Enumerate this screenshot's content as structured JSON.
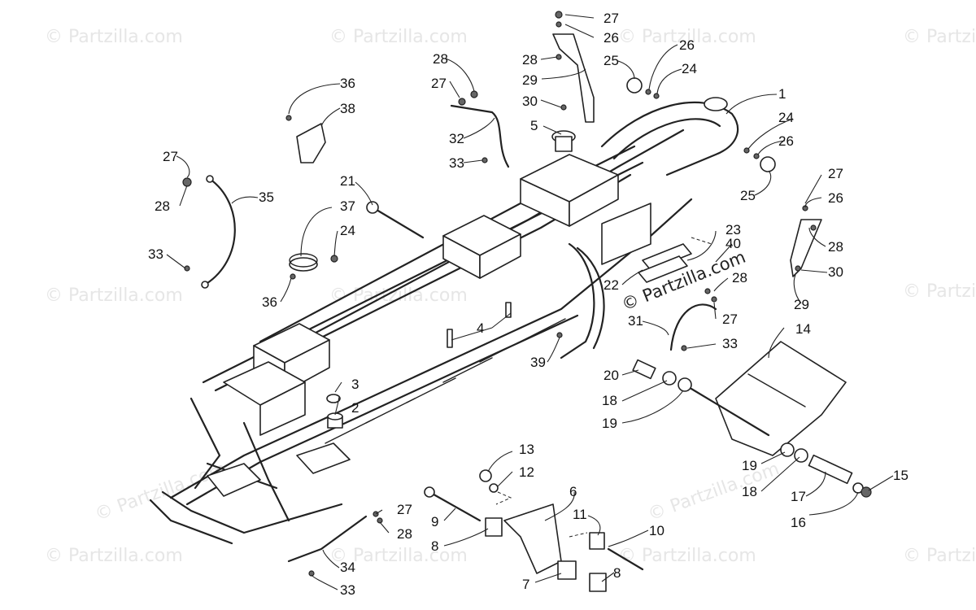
{
  "watermarks": [
    "© Partzilla.com",
    "© Partzilla.com",
    "© Partzilla.com",
    "© Partzilla.com",
    "© Partzilla.com",
    "© Partzilla.com",
    "© Partzilla.com",
    "© Partzilla.com",
    "© Partzilla.com",
    "© Partzilla.com",
    "© Partzilla.com",
    "© Partzilla.com",
    "© Partzilla.com"
  ],
  "brand_stamp": "© Partzilla.com",
  "callouts": [
    {
      "id": "1",
      "label": "1"
    },
    {
      "id": "2",
      "label": "2"
    },
    {
      "id": "3",
      "label": "3"
    },
    {
      "id": "4",
      "label": "4"
    },
    {
      "id": "5",
      "label": "5"
    },
    {
      "id": "6",
      "label": "6"
    },
    {
      "id": "7",
      "label": "7"
    },
    {
      "id": "8a",
      "label": "8"
    },
    {
      "id": "8b",
      "label": "8"
    },
    {
      "id": "9",
      "label": "9"
    },
    {
      "id": "10",
      "label": "10"
    },
    {
      "id": "11",
      "label": "11"
    },
    {
      "id": "12",
      "label": "12"
    },
    {
      "id": "13",
      "label": "13"
    },
    {
      "id": "14",
      "label": "14"
    },
    {
      "id": "15",
      "label": "15"
    },
    {
      "id": "16",
      "label": "16"
    },
    {
      "id": "17",
      "label": "17"
    },
    {
      "id": "18a",
      "label": "18"
    },
    {
      "id": "18b",
      "label": "18"
    },
    {
      "id": "19a",
      "label": "19"
    },
    {
      "id": "19b",
      "label": "19"
    },
    {
      "id": "20",
      "label": "20"
    },
    {
      "id": "21",
      "label": "21"
    },
    {
      "id": "22",
      "label": "22"
    },
    {
      "id": "23",
      "label": "23"
    },
    {
      "id": "24a",
      "label": "24"
    },
    {
      "id": "24b",
      "label": "24"
    },
    {
      "id": "24c",
      "label": "24"
    },
    {
      "id": "25a",
      "label": "25"
    },
    {
      "id": "25b",
      "label": "25"
    },
    {
      "id": "26a",
      "label": "26"
    },
    {
      "id": "26b",
      "label": "26"
    },
    {
      "id": "26c",
      "label": "26"
    },
    {
      "id": "26d",
      "label": "26"
    },
    {
      "id": "27a",
      "label": "27"
    },
    {
      "id": "27b",
      "label": "27"
    },
    {
      "id": "27c",
      "label": "27"
    },
    {
      "id": "27d",
      "label": "27"
    },
    {
      "id": "27e",
      "label": "27"
    },
    {
      "id": "27f",
      "label": "27"
    },
    {
      "id": "28a",
      "label": "28"
    },
    {
      "id": "28b",
      "label": "28"
    },
    {
      "id": "28c",
      "label": "28"
    },
    {
      "id": "28d",
      "label": "28"
    },
    {
      "id": "28e",
      "label": "28"
    },
    {
      "id": "28f",
      "label": "28"
    },
    {
      "id": "29a",
      "label": "29"
    },
    {
      "id": "29b",
      "label": "29"
    },
    {
      "id": "30a",
      "label": "30"
    },
    {
      "id": "30b",
      "label": "30"
    },
    {
      "id": "31",
      "label": "31"
    },
    {
      "id": "32",
      "label": "32"
    },
    {
      "id": "33a",
      "label": "33"
    },
    {
      "id": "33b",
      "label": "33"
    },
    {
      "id": "33c",
      "label": "33"
    },
    {
      "id": "33d",
      "label": "33"
    },
    {
      "id": "34",
      "label": "34"
    },
    {
      "id": "35",
      "label": "35"
    },
    {
      "id": "36a",
      "label": "36"
    },
    {
      "id": "36b",
      "label": "36"
    },
    {
      "id": "37",
      "label": "37"
    },
    {
      "id": "38",
      "label": "38"
    },
    {
      "id": "39",
      "label": "39"
    },
    {
      "id": "40",
      "label": "40"
    }
  ],
  "colors": {
    "line": "#222222",
    "watermark": "#e6e6e6",
    "background": "#ffffff"
  }
}
